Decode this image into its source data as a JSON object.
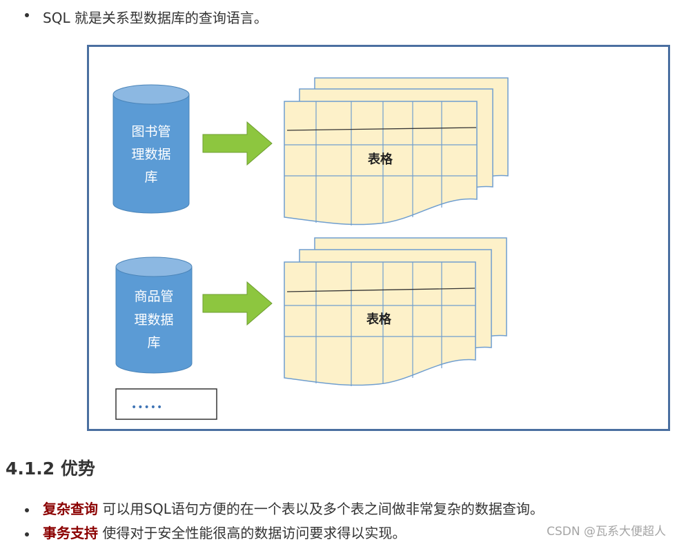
{
  "intro": {
    "text": "SQL 就是关系型数据库的查询语言。"
  },
  "diagram": {
    "databases": [
      {
        "lines": [
          "图书管",
          "理数据",
          "库"
        ],
        "table_label": "表格"
      },
      {
        "lines": [
          "商品管",
          "理数据",
          "库"
        ],
        "table_label": "表格"
      }
    ],
    "more_label": "•••••",
    "colors": {
      "frame": "#4a6fa0",
      "cylinder": "#5b9bd5",
      "cylinder_top": "#8cb8e2",
      "arrow": "#8dc63f",
      "sheet": "#fdf1c9",
      "grid": "#6f9ecf"
    }
  },
  "section": {
    "heading": "4.1.2 优势"
  },
  "advantages": [
    {
      "title": "复杂查询",
      "desc": " 可以用SQL语句方便的在一个表以及多个表之间做非常复杂的数据查询。"
    },
    {
      "title": "事务支持",
      "desc": " 使得对于安全性能很高的数据访问要求得以实现。"
    }
  ],
  "watermark": "CSDN @瓦系大便超人"
}
